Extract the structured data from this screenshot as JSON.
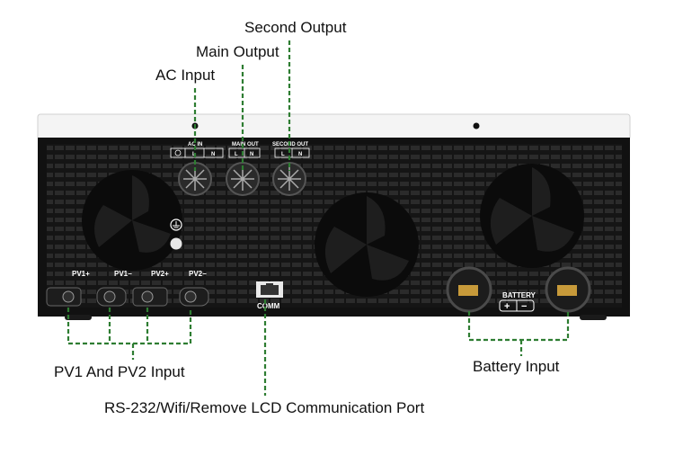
{
  "callouts": {
    "second_output": "Second Output",
    "main_output": "Main Output",
    "ac_input": "AC Input",
    "pv_input": "PV1 And PV2 Input",
    "comm_port": "RS-232/Wifi/Remove LCD Communication Port",
    "battery_input": "Battery Input"
  },
  "panel": {
    "ac_in": "AC IN",
    "main_out": "MAIN OUT",
    "second_out": "SECOND OUT",
    "terminal_l": "L",
    "terminal_n": "N",
    "pv1_plus": "PV1+",
    "pv1_minus": "PV1−",
    "pv2_plus": "PV2+",
    "pv2_minus": "PV2−",
    "comm": "COMM",
    "battery": "BATTERY",
    "battery_plus": "+",
    "battery_minus": "−"
  },
  "colors": {
    "leader": "#2e7d32",
    "body": "#111111",
    "top_cover": "#f4f4f4"
  },
  "icons": [
    "ground-icon",
    "fan-icon",
    "cable-gland-icon",
    "mc4-connector-icon",
    "rj45-port-icon"
  ]
}
